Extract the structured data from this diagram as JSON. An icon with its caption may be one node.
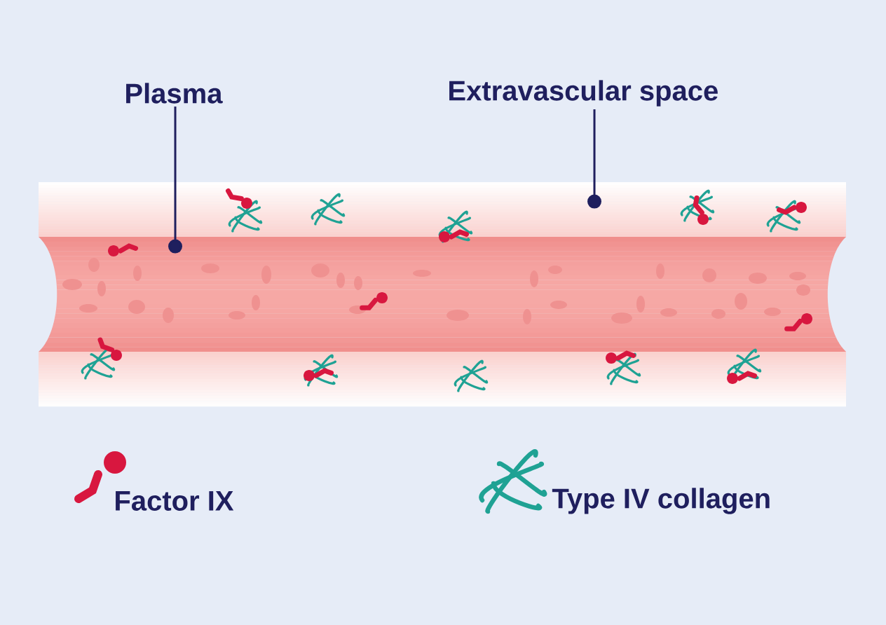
{
  "diagram": {
    "nodes": [
      {
        "text": [
          "Plasma"
        ]
      },
      {
        "text": [
          "Extravascular space"
        ]
      },
      {
        "text": [],
        "shape": "band"
      },
      {
        "text": [],
        "shape": "band"
      },
      {
        "text": [],
        "shape": "band"
      }
    ],
    "edges": [
      {
        "from": 0,
        "to": 3,
        "arrow": "other"
      },
      {
        "from": 1,
        "to": 2,
        "arrow": "other"
      }
    ],
    "legend": [
      {
        "text": "Factor IX"
      },
      {
        "text": "Type IV collagen"
      }
    ]
  }
}
